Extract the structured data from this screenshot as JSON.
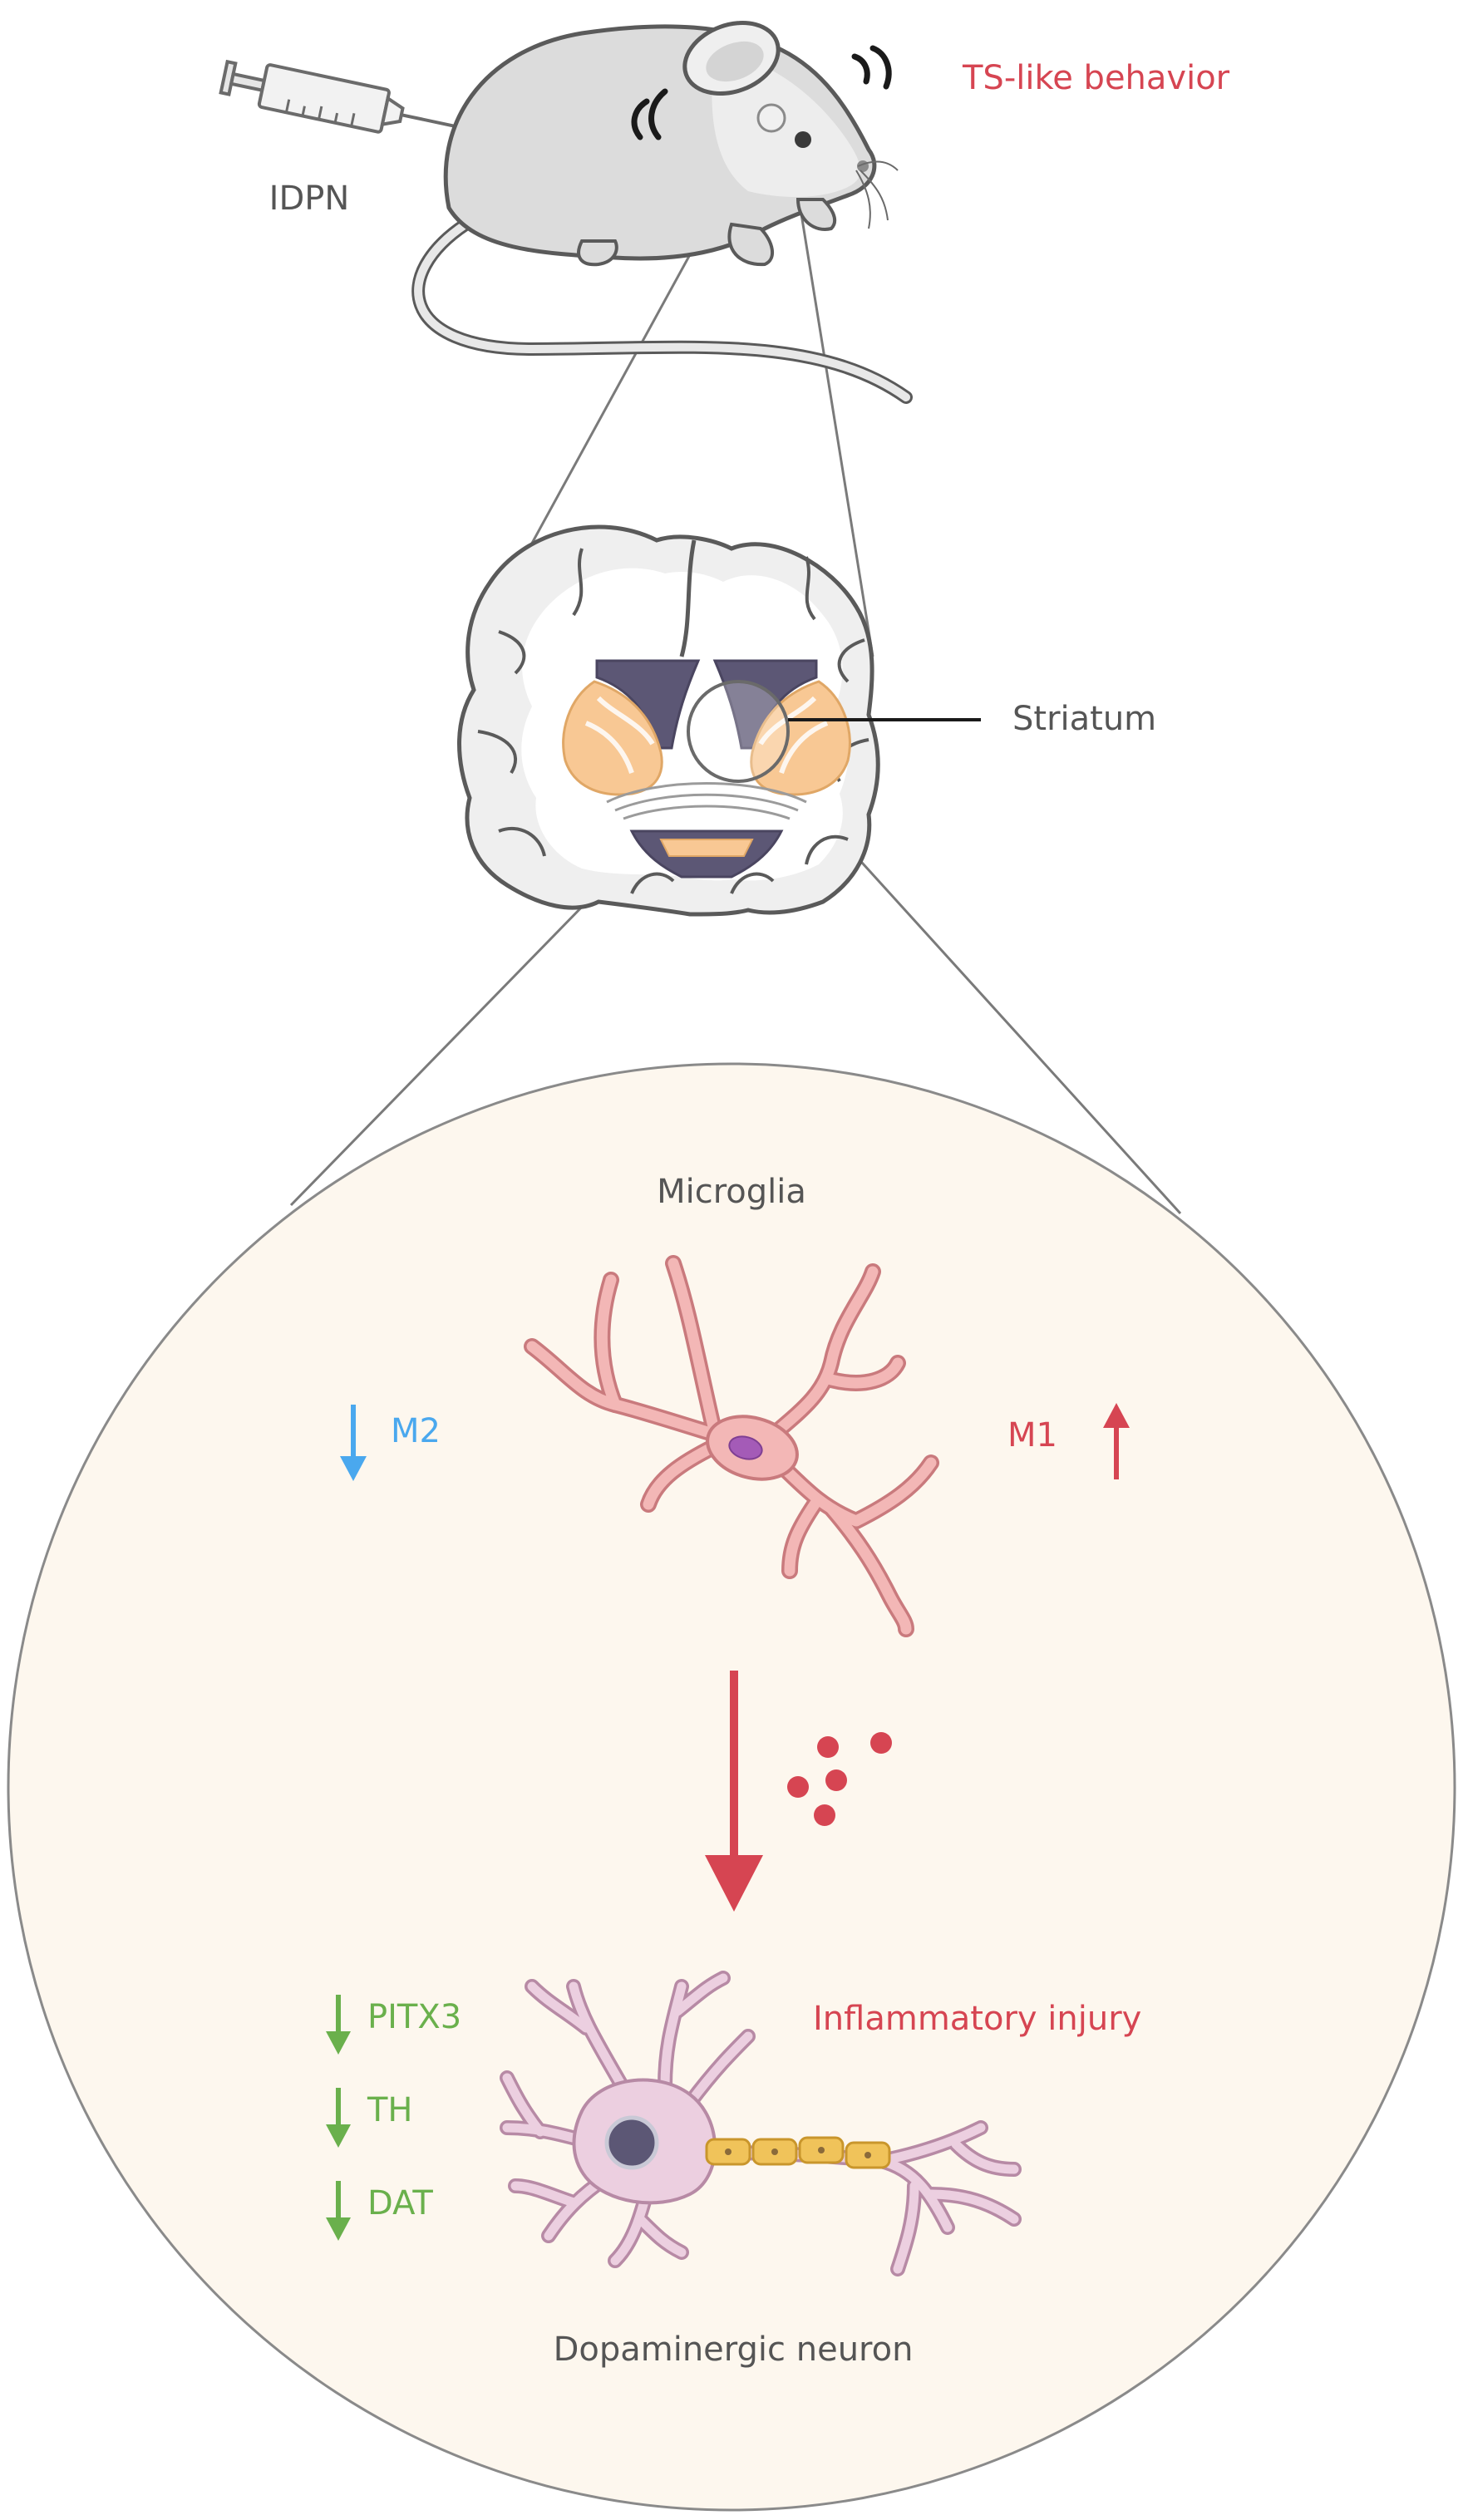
{
  "labels": {
    "treatment": "IDPN",
    "behavior": "TS-like behavior",
    "region": "Striatum",
    "microglia": "Microglia",
    "m2": "M2",
    "m1": "M1",
    "injury": "Inflammatory injury",
    "marker_pitx3": "PITX3",
    "marker_th": "TH",
    "marker_dat": "DAT",
    "neuron": "Dopaminergic neuron"
  },
  "colors": {
    "red": "#d64552",
    "blue": "#4aa8ee",
    "green": "#6ab04c",
    "gray_text": "#555555",
    "circle_fill": "#fdf7ee",
    "circle_stroke": "#8a8a8a",
    "microglia_fill": "#f3b7b6",
    "microglia_stroke": "#c97a7d",
    "neuron_fill": "#eccfe0",
    "neuron_stroke": "#b78aa5",
    "myelin": "#f0c35a",
    "striatum": "#f8c894"
  }
}
